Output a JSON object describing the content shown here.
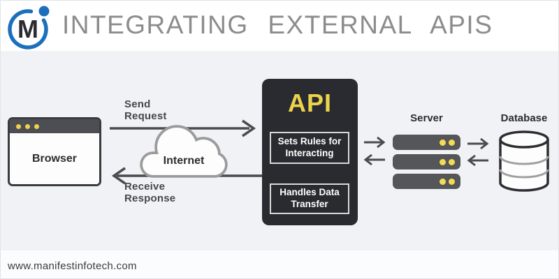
{
  "header": {
    "logo_letter": "M",
    "title": "INTEGRATING EXTERNAL APIS"
  },
  "diagram": {
    "browser": {
      "label": "Browser"
    },
    "internet": {
      "label": "Internet"
    },
    "flow": {
      "send": "Send\nRequest",
      "receive": "Receive\nResponse"
    },
    "api": {
      "title": "API",
      "functions": [
        "Sets Rules for Interacting",
        "Handles Data Transfer"
      ]
    },
    "server": {
      "label": "Server"
    },
    "database": {
      "label": "Database"
    }
  },
  "footer": {
    "website": "www.manifestinfotech.com"
  },
  "colors": {
    "logo_blue": "#1c6fba",
    "accent_yellow": "#ecd34b",
    "led_yellow": "#f3dc52",
    "api_box_dark": "#2a2b30",
    "cloud_gray": "#9b9b9b",
    "title_gray": "#8c8c8c",
    "arrow_dark": "#4a4b4f"
  }
}
